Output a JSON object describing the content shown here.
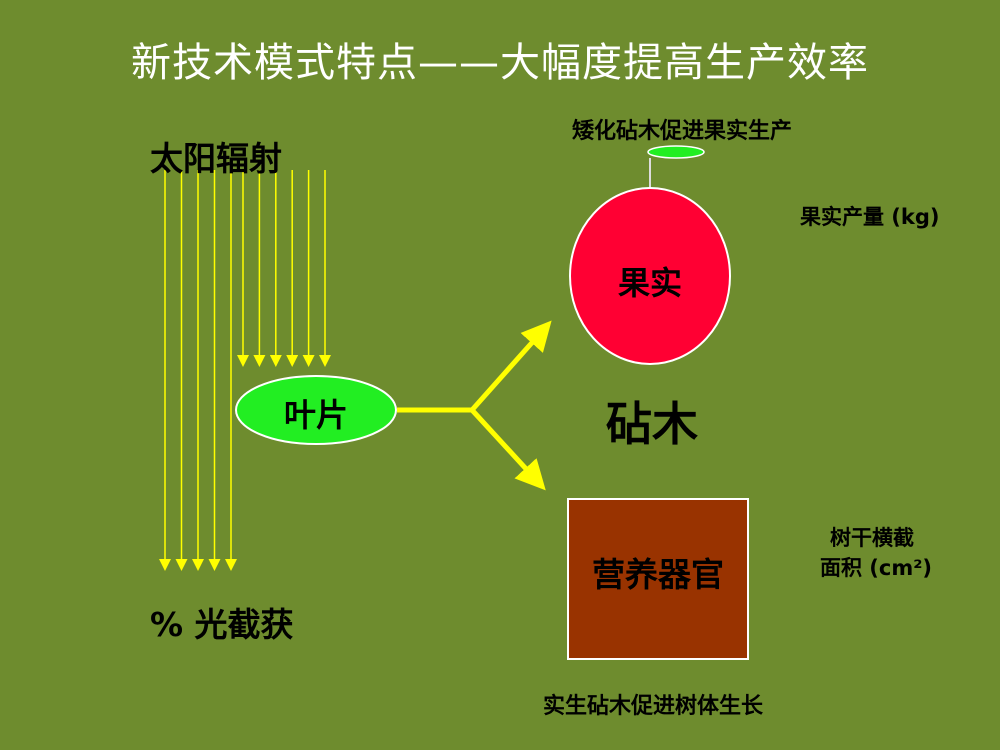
{
  "title": "新技术模式特点——大幅度提高生产效率",
  "labels": {
    "solar_radiation": "太阳辐射",
    "light_capture": "% 光截获",
    "leaf": "叶片",
    "fruit": "果实",
    "rootstock": "砧木",
    "vegetative_organ": "营养器官",
    "dwarf_rootstock_note": "矮化砧木促进果实生产",
    "fruit_yield": "果实产量 (kg)",
    "trunk_area_line1": "树干横截",
    "trunk_area_line2": "面积 (cm²)",
    "seedling_rootstock_note": "实生砧木促进树体生长"
  },
  "colors": {
    "background": "#6E8C2E",
    "title_text": "#FFFFFF",
    "ray": "#FFFF00",
    "leaf_fill": "#22EE22",
    "fruit_fill": "#FF0033",
    "organ_fill": "#993300",
    "shape_stroke": "#FFFFFF"
  },
  "rays": {
    "long_count": 5,
    "short_count": 6
  }
}
